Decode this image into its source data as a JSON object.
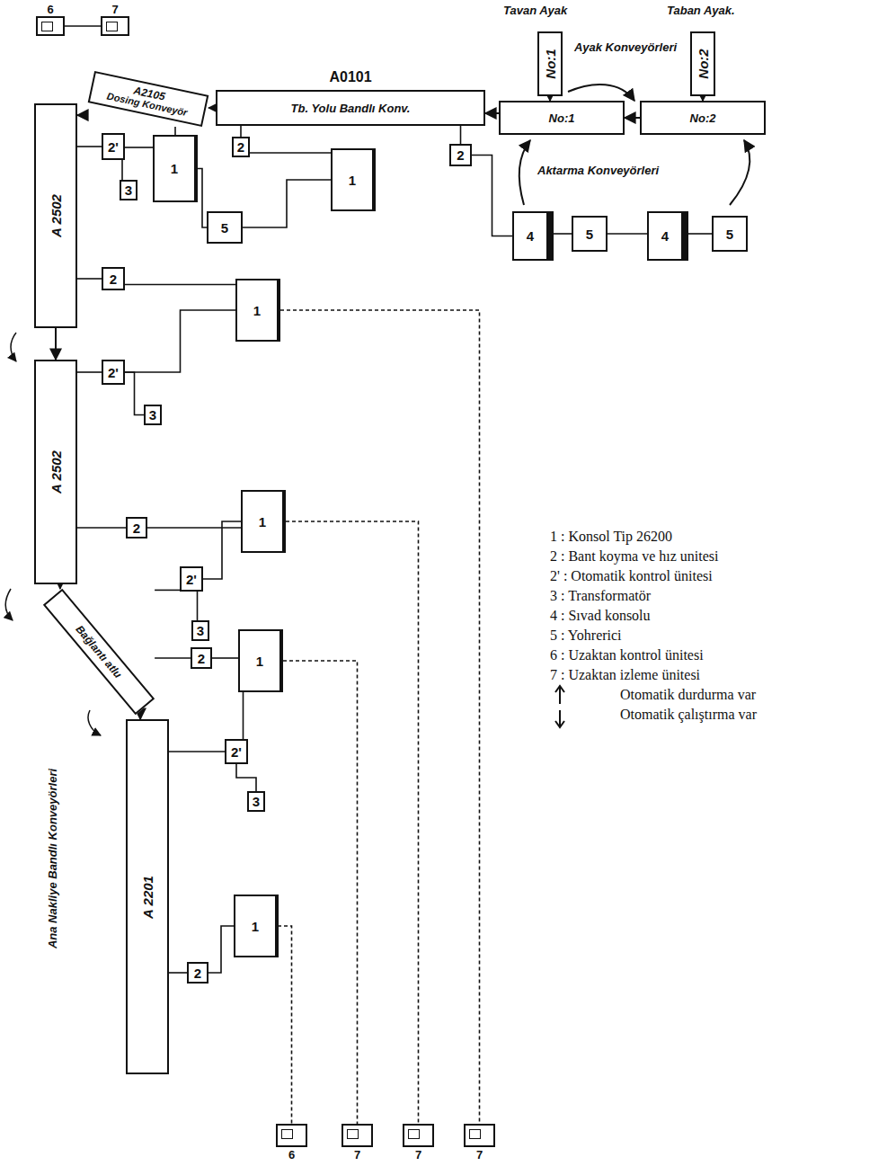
{
  "diagram": {
    "nodes": [
      {
        "text": [
          "A 2502"
        ]
      },
      {
        "text": [
          "A2105",
          "Dosing Konveyör"
        ]
      },
      {
        "text": [
          "A0101",
          "Tb. Yolu Bandlı Konv."
        ]
      },
      {
        "text": [
          "No:1"
        ]
      },
      {
        "text": [
          "No:2"
        ]
      },
      {
        "text": [
          "No:1"
        ]
      },
      {
        "text": [
          "No:2"
        ]
      },
      {
        "text": [
          "A 2502"
        ]
      },
      {
        "text": [
          "Bağlantı atlu"
        ]
      },
      {
        "text": [
          "A 2201"
        ]
      },
      {
        "text": [
          "2'"
        ]
      },
      {
        "text": [
          "3"
        ]
      },
      {
        "text": [
          "1"
        ]
      },
      {
        "text": [
          "5"
        ]
      },
      {
        "text": [
          "2"
        ]
      },
      {
        "text": [
          "1"
        ]
      },
      {
        "text": [
          "2"
        ]
      },
      {
        "text": [
          "4"
        ]
      },
      {
        "text": [
          "5"
        ]
      },
      {
        "text": [
          "4"
        ]
      },
      {
        "text": [
          "5"
        ]
      },
      {
        "text": [
          "6"
        ]
      },
      {
        "text": [
          "7"
        ]
      },
      {
        "text": [
          "2"
        ]
      },
      {
        "text": [
          "1"
        ]
      },
      {
        "text": [
          "2'"
        ]
      },
      {
        "text": [
          "3"
        ]
      },
      {
        "text": [
          "2"
        ]
      },
      {
        "text": [
          "1"
        ]
      },
      {
        "text": [
          "2'"
        ]
      },
      {
        "text": [
          "3"
        ]
      },
      {
        "text": [
          "2"
        ]
      },
      {
        "text": [
          "1"
        ]
      },
      {
        "text": [
          "2'"
        ]
      },
      {
        "text": [
          "3"
        ]
      },
      {
        "text": [
          "2"
        ]
      },
      {
        "text": [
          "1"
        ]
      },
      {
        "text": [
          "6"
        ]
      },
      {
        "text": [
          "7"
        ]
      },
      {
        "text": [
          "7"
        ]
      },
      {
        "text": [
          "7"
        ]
      }
    ],
    "edges": [
      {
        "from": 4,
        "to": 3,
        "arrow": "to"
      },
      {
        "from": 3,
        "to": 2,
        "arrow": "to"
      },
      {
        "from": 2,
        "to": 1,
        "arrow": "to"
      },
      {
        "from": 1,
        "to": 0,
        "arrow": "to"
      },
      {
        "from": 0,
        "to": 7,
        "arrow": "to"
      },
      {
        "from": 7,
        "to": 8,
        "arrow": "to"
      },
      {
        "from": 8,
        "to": 9,
        "arrow": "to"
      },
      {
        "from": 5,
        "to": 3,
        "arrow": "to"
      },
      {
        "from": 6,
        "to": 4,
        "arrow": "to"
      },
      {
        "from": 0,
        "to": 10,
        "arrow": "none"
      },
      {
        "from": 10,
        "to": 11,
        "arrow": "none"
      },
      {
        "from": 10,
        "to": 12,
        "arrow": "none"
      },
      {
        "from": 12,
        "to": 1,
        "arrow": "none"
      },
      {
        "from": 12,
        "to": 13,
        "arrow": "none"
      },
      {
        "from": 13,
        "to": 15,
        "arrow": "none"
      },
      {
        "from": 2,
        "to": 14,
        "arrow": "none"
      },
      {
        "from": 14,
        "to": 15,
        "arrow": "none"
      },
      {
        "from": 2,
        "to": 16,
        "arrow": "none"
      },
      {
        "from": 16,
        "to": 17,
        "arrow": "none"
      },
      {
        "from": 17,
        "to": 18,
        "arrow": "none"
      },
      {
        "from": 18,
        "to": 19,
        "arrow": "none"
      },
      {
        "from": 19,
        "to": 20,
        "arrow": "none"
      },
      {
        "from": 21,
        "to": 22,
        "arrow": "none"
      },
      {
        "from": 0,
        "to": 23,
        "arrow": "none"
      },
      {
        "from": 23,
        "to": 24,
        "arrow": "none"
      },
      {
        "from": 24,
        "to": 40,
        "arrow": "none"
      },
      {
        "from": 7,
        "to": 25,
        "arrow": "none"
      },
      {
        "from": 25,
        "to": 26,
        "arrow": "none"
      },
      {
        "from": 25,
        "to": 24,
        "arrow": "none"
      },
      {
        "from": 7,
        "to": 27,
        "arrow": "none"
      },
      {
        "from": 27,
        "to": 28,
        "arrow": "none"
      },
      {
        "from": 28,
        "to": 39,
        "arrow": "none"
      },
      {
        "from": 8,
        "to": 29,
        "arrow": "none"
      },
      {
        "from": 29,
        "to": 30,
        "arrow": "none"
      },
      {
        "from": 29,
        "to": 28,
        "arrow": "none"
      },
      {
        "from": 8,
        "to": 31,
        "arrow": "none"
      },
      {
        "from": 31,
        "to": 32,
        "arrow": "none"
      },
      {
        "from": 32,
        "to": 38,
        "arrow": "none"
      },
      {
        "from": 9,
        "to": 33,
        "arrow": "none"
      },
      {
        "from": 33,
        "to": 34,
        "arrow": "none"
      },
      {
        "from": 33,
        "to": 32,
        "arrow": "none"
      },
      {
        "from": 9,
        "to": 35,
        "arrow": "none"
      },
      {
        "from": 35,
        "to": 36,
        "arrow": "none"
      },
      {
        "from": 36,
        "to": 37,
        "arrow": "none"
      }
    ],
    "labels": [
      "Tavan Ayak",
      "Taban Ayak.",
      "Ayak Konveyörleri",
      "Aktarma Konveyörleri",
      "Ana Nakliye Bandlı Konveyörleri"
    ],
    "legend": [
      {
        "text": "1 : Konsol Tip 26200"
      },
      {
        "text": "2 : Bant koyma ve hız unitesi"
      },
      {
        "text": "2' : Otomatik kontrol ünitesi"
      },
      {
        "text": "3 : Transformatör"
      },
      {
        "text": "4 : Sıvad konsolu"
      },
      {
        "text": "5 : Yohrerici"
      },
      {
        "text": "6 : Uzaktan kontrol ünitesi"
      },
      {
        "text": "7 : Uzaktan izleme ünitesi"
      },
      {
        "text": "Otomatik durdurma var"
      },
      {
        "text": "Otomatik çalıştırma var"
      }
    ]
  }
}
